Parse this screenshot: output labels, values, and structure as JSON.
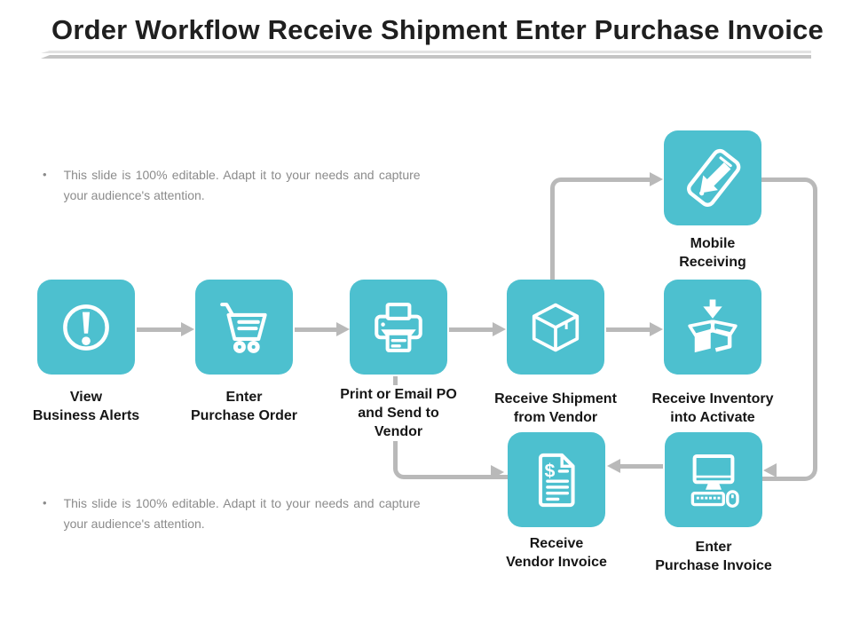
{
  "title": "Order Workflow Receive Shipment Enter Purchase Invoice",
  "bullets": [
    "This slide is 100% editable. Adapt it to your needs and capture your audience's attention.",
    "This slide is 100% editable. Adapt it to your needs and capture your audience's attention."
  ],
  "colors": {
    "node_teal": "#4dc0cf",
    "connector_gray": "#b9b9b9",
    "title_text": "#1f1f1f",
    "bullet_text": "#8b8b8b",
    "label_text": "#161616",
    "icon_white": "#ffffff"
  },
  "nodes": [
    {
      "id": "view-business-alerts",
      "label": "View\nBusiness Alerts",
      "icon": "alert-circle-icon"
    },
    {
      "id": "enter-purchase-order",
      "label": "Enter\nPurchase Order",
      "icon": "shopping-cart-icon"
    },
    {
      "id": "print-email-po",
      "label": "Print or Email PO\nand Send to\nVendor",
      "icon": "printer-icon"
    },
    {
      "id": "receive-shipment",
      "label": "Receive Shipment\nfrom Vendor",
      "icon": "package-box-icon"
    },
    {
      "id": "receive-inventory",
      "label": "Receive Inventory\ninto Activate",
      "icon": "open-box-arrow-icon"
    },
    {
      "id": "mobile-receiving",
      "label": "Mobile\nReceiving",
      "icon": "mobile-arrow-icon"
    },
    {
      "id": "receive-vendor-invoice",
      "label": "Receive\nVendor Invoice",
      "icon": "invoice-document-icon"
    },
    {
      "id": "enter-purchase-invoice",
      "label": "Enter\nPurchase Invoice",
      "icon": "desktop-computer-icon"
    }
  ],
  "flow_connections": [
    "view-business-alerts -> enter-purchase-order",
    "enter-purchase-order -> print-email-po",
    "print-email-po -> receive-shipment",
    "receive-shipment -> receive-inventory",
    "receive-shipment -> mobile-receiving",
    "mobile-receiving -> enter-purchase-invoice",
    "enter-purchase-invoice -> receive-vendor-invoice",
    "print-email-po -> receive-vendor-invoice"
  ]
}
